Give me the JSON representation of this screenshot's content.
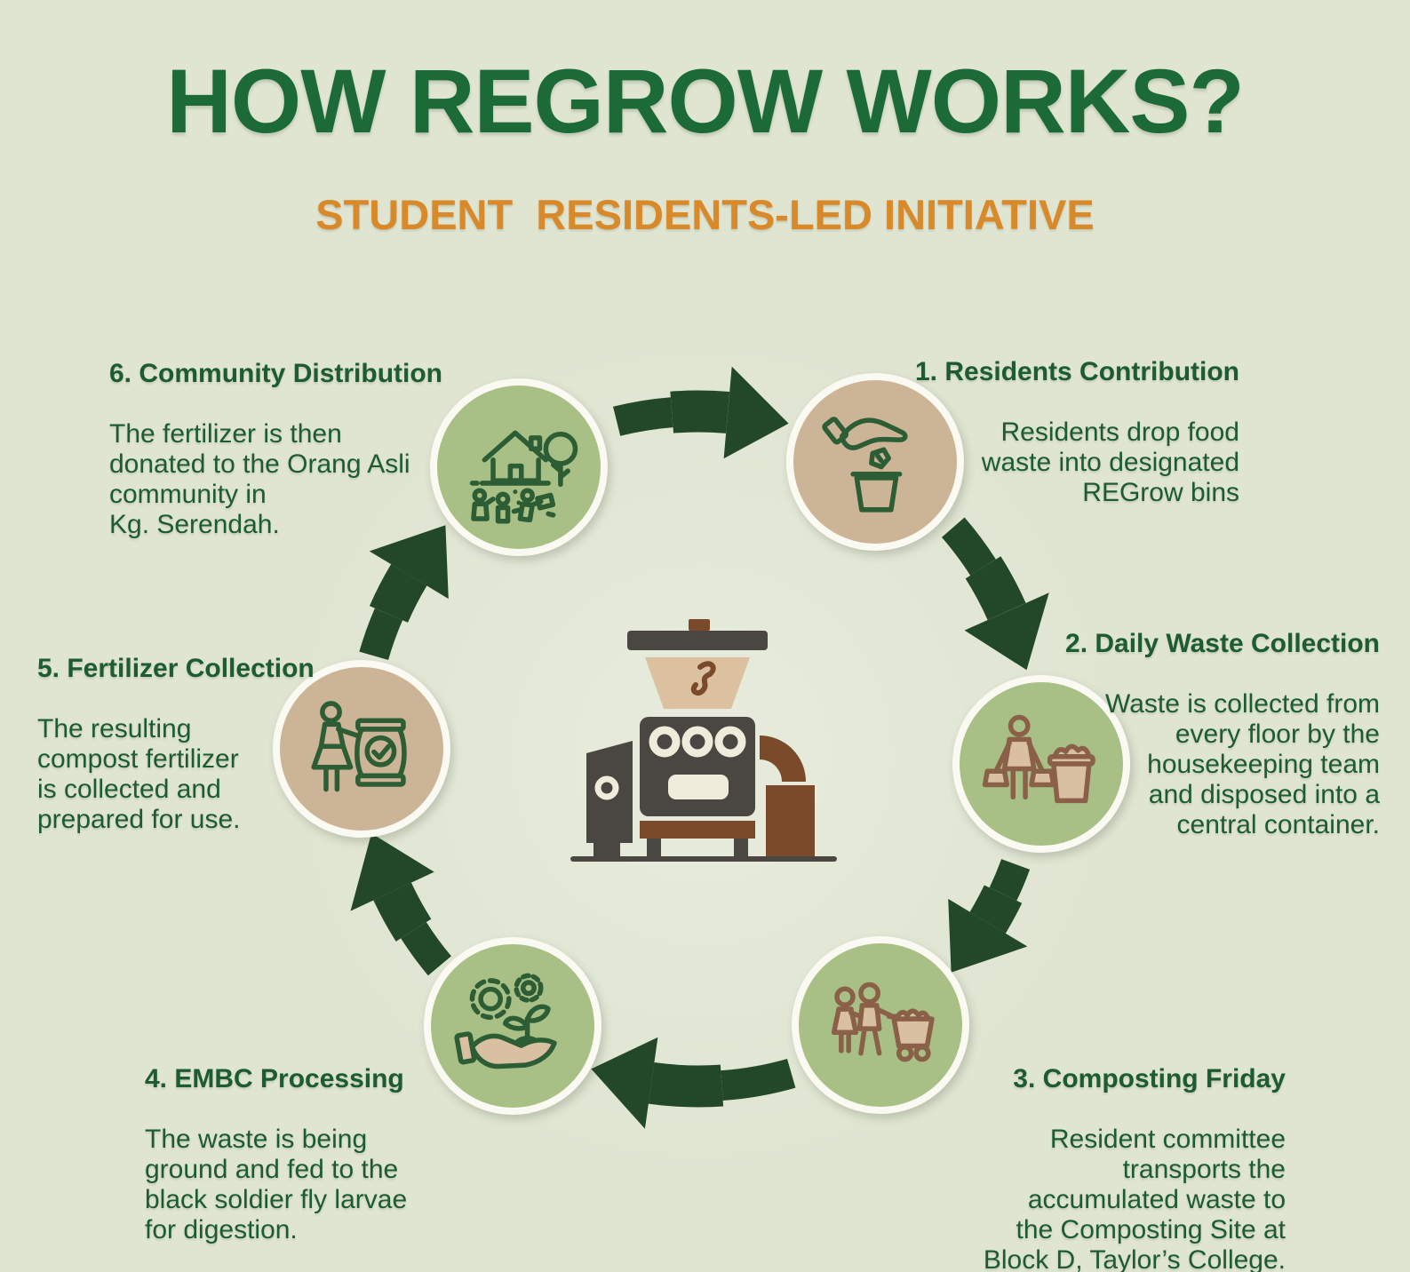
{
  "header": {
    "title": "HOW REGROW WORKS?",
    "subtitle": "STUDENT  RESIDENTS-LED INITIATIVE"
  },
  "steps": [
    {
      "number": 1,
      "title": "1. Residents Contribution",
      "body": "Residents drop food\nwaste into designated\nREGrow bins",
      "icon": "hand-drop-waste-icon"
    },
    {
      "number": 2,
      "title": "2. Daily Waste Collection",
      "body": "Waste is collected from\nevery floor by the\nhousekeeping team\nand disposed into a\ncentral container.",
      "icon": "housekeeper-bin-icon"
    },
    {
      "number": 3,
      "title": "3. Composting Friday",
      "body": "Resident committee\ntransports the\naccumulated waste to\nthe Composting Site at\nBlock D, Taylor’s College.",
      "icon": "people-cart-icon"
    },
    {
      "number": 4,
      "title": "4. EMBC Processing",
      "body": "The waste is being\nground and fed to the\nblack soldier fly larvae\nfor digestion.",
      "icon": "gears-hand-sprout-icon"
    },
    {
      "number": 5,
      "title": "5. Fertilizer Collection",
      "body": "The resulting\ncompost fertilizer\nis collected and\nprepared for use.",
      "icon": "person-fertilizer-bag-icon"
    },
    {
      "number": 6,
      "title": "6. Community Distribution",
      "body": "The fertilizer is then\ndonated to the Orang Asli\ncommunity in\nKg. Serendah.",
      "icon": "house-community-icon"
    }
  ],
  "center_illustration": "composting-machine",
  "colors": {
    "background": "#dfe5d1",
    "title_green": "#1c6a38",
    "subtitle_orange": "#d8892a",
    "text_green": "#1d5b31",
    "arrow_green": "#224829",
    "node_sage": "#a8c085",
    "node_tan": "#ccb496",
    "node_border": "#fbfaf2",
    "icon_green": "#2c5d35",
    "icon_brown": "#8a6148",
    "icon_tan": "#d8c0a0",
    "machine_dark": "#4a4742",
    "machine_brown": "#7b4a2b",
    "machine_tan": "#dcc1a0",
    "machine_cream": "#f0ecdb"
  }
}
